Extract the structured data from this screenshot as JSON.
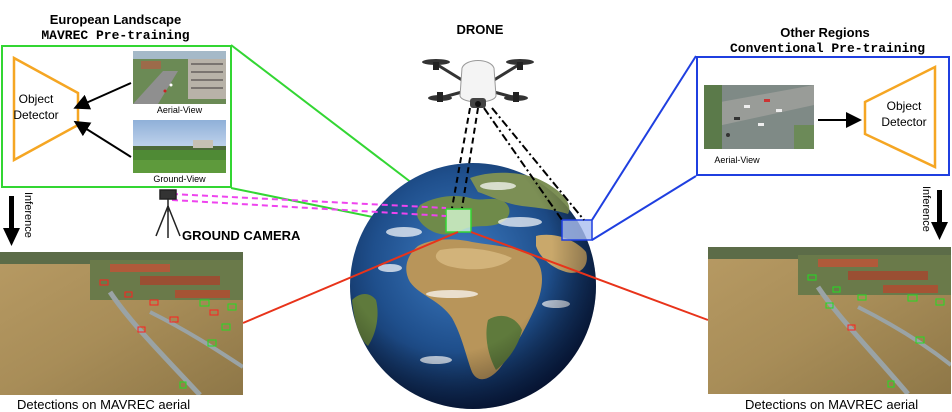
{
  "left_panel": {
    "heading": "European Landscape",
    "subheading": "MAVREC Pre-training",
    "detector_label_line1": "Object",
    "detector_label_line2": "Detector",
    "aerial_caption": "Aerial-View",
    "ground_caption": "Ground-View",
    "border_color": "#33d633"
  },
  "right_panel": {
    "heading": "Other Regions",
    "subheading": "Conventional Pre-training",
    "detector_label_line1": "Object",
    "detector_label_line2": "Detector",
    "aerial_caption": "Aerial-View",
    "border_color": "#1f3fe0"
  },
  "drone_label": "DRONE",
  "ground_camera_label": "GROUND CAMERA",
  "inference_left": "Inference",
  "inference_right": "Inference",
  "left_result_caption": "Detections on MAVREC aerial",
  "right_result_caption": "Detections on MAVREC aerial",
  "colors": {
    "detector_orange": "#f5a623",
    "connector_red": "#e8331a",
    "dashed_magenta": "#ee44ee",
    "detection_red": "#ff2020",
    "detection_green": "#22dd22"
  },
  "icons": [
    "drone-icon",
    "tripod-camera-icon",
    "earth-globe",
    "arrow-down-icon"
  ]
}
